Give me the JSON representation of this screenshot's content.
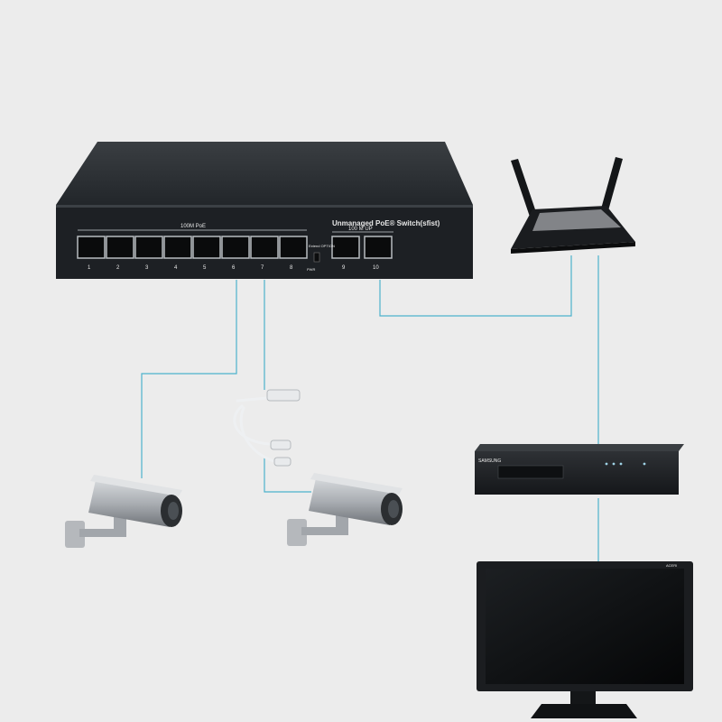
{
  "switch": {
    "model_label": "Unmanaged PoE® Switch(sfist)",
    "poe_group_label": "100M PoE",
    "uplink_group_label": "100 M UP",
    "extend_label": "Extend\nOPTION",
    "pwr_label": "PWR",
    "port_numbers": [
      "1",
      "2",
      "3",
      "4",
      "5",
      "6",
      "7",
      "8",
      "9",
      "10"
    ]
  },
  "nvr": {
    "brand_label": "SAMSUNG"
  },
  "monitor": {
    "brand_label": "ACERI"
  },
  "colors": {
    "background": "#ececec",
    "link_line": "#4db2cc",
    "switch_body": "#2b2f33",
    "camera_body": "#a9adb2"
  },
  "icons": [
    "poe-switch-icon",
    "router-icon",
    "camera-icon",
    "poe-splitter-icon",
    "nvr-icon",
    "monitor-icon"
  ]
}
